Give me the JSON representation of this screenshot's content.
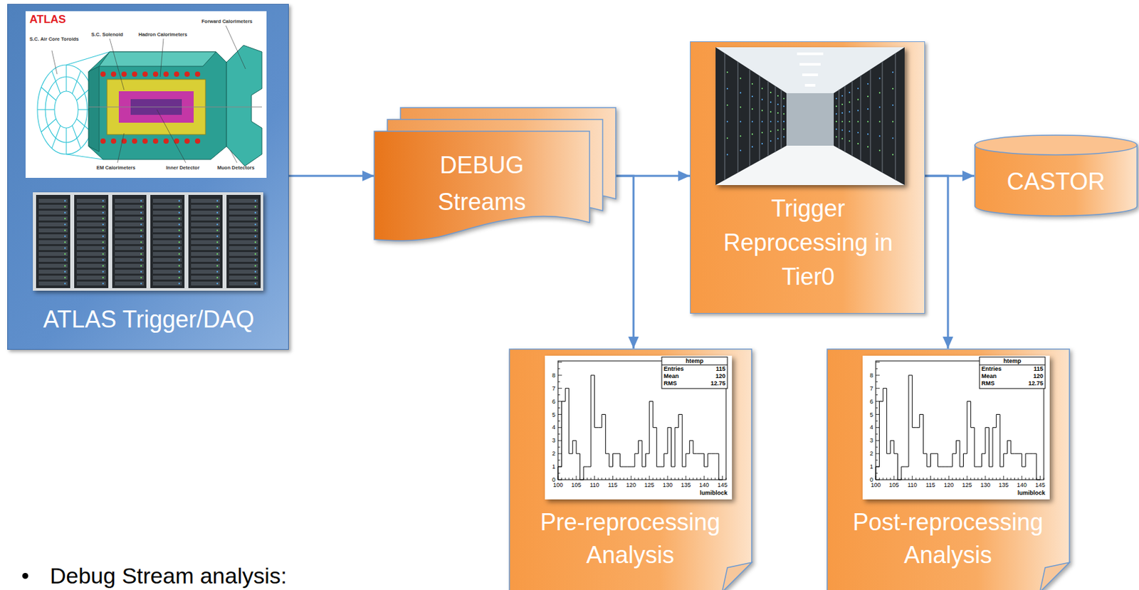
{
  "diagram": {
    "nodes": [
      {
        "text": [
          "ATLAS Trigger/DAQ"
        ]
      },
      {
        "text": [
          "DEBUG Streams"
        ]
      },
      {
        "text": [
          "Trigger Reprocessing in Tier0"
        ]
      },
      {
        "text": [
          "CASTOR"
        ]
      },
      {
        "text": [
          "Pre-reprocessing Analysis"
        ]
      },
      {
        "text": [
          "Post-reprocessing Analysis"
        ]
      }
    ],
    "edges": [
      {
        "from": 0,
        "to": 1,
        "arrow": "to"
      },
      {
        "from": 1,
        "to": 2,
        "arrow": "to"
      },
      {
        "from": 1,
        "to": 4,
        "arrow": "to"
      },
      {
        "from": 2,
        "to": 3,
        "arrow": "to"
      },
      {
        "from": 2,
        "to": 5,
        "arrow": "to"
      }
    ],
    "labels": [
      "ATLAS",
      "S.C. Air Core Toroids",
      "S.C. Solenoid",
      "Hadron Calorimeters",
      "Forward Calorimeters",
      "EM Calorimeters",
      "Inner Detector",
      "Muon Detectors",
      "htemp",
      "Entries",
      "115",
      "Mean",
      "120",
      "RMS",
      "12.75",
      "0",
      "1",
      "2",
      "3",
      "4",
      "5",
      "6",
      "7",
      "8",
      "100",
      "105",
      "110",
      "115",
      "120",
      "125",
      "130",
      "135",
      "140",
      "145",
      "lumiblock",
      "htemp",
      "Entries",
      "115",
      "Mean",
      "120",
      "RMS",
      "12.75",
      "0",
      "1",
      "2",
      "3",
      "4",
      "5",
      "6",
      "7",
      "8",
      "100",
      "105",
      "110",
      "115",
      "120",
      "125",
      "130",
      "135",
      "140",
      "145",
      "lumiblock",
      "Debug Stream analysis:"
    ]
  }
}
